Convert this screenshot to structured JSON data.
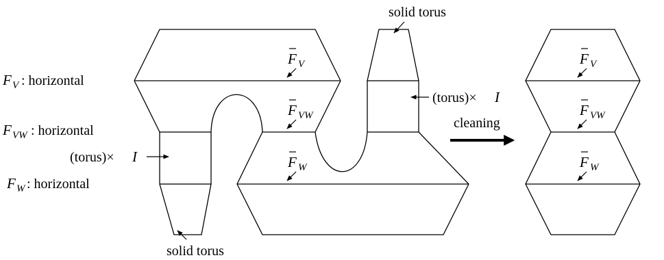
{
  "labels": {
    "solid_torus_top": "solid torus",
    "solid_torus_bottom": "solid torus",
    "fv_side": "F",
    "fv_side_sub": "V",
    "fv_side_desc": ": horizontal",
    "fvw_side": "F",
    "fvw_side_sub": "VW",
    "fvw_side_desc": ": horizontal",
    "fw_side": "F",
    "fw_side_sub": "W",
    "fw_side_desc": ": horizontal",
    "torus_i_left": "(torus)×",
    "torus_i_left_var": "I",
    "torus_i_right": "(torus)×",
    "torus_i_right_var": "I",
    "cleaning": "cleaning",
    "fbar_v_left": "F",
    "fbar_v_left_sub": "V",
    "fbar_vw_left": "F",
    "fbar_vw_left_sub": "VW",
    "fbar_w_left": "F",
    "fbar_w_left_sub": "W",
    "fbar_v_right": "F",
    "fbar_v_right_sub": "V",
    "fbar_vw_right": "F",
    "fbar_vw_right_sub": "VW",
    "fbar_w_right": "F",
    "fbar_w_right_sub": "W"
  }
}
